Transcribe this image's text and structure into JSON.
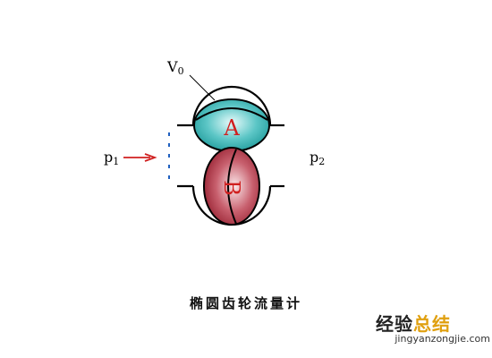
{
  "labels": {
    "v0": "V",
    "v0_sub": "0",
    "p1": "p",
    "p1_sub": "1",
    "p2": "p",
    "p2_sub": "2",
    "gear_a": "A",
    "gear_b": "B"
  },
  "caption": "椭圆齿轮流量计",
  "watermark": {
    "text_main": "经验",
    "text_accent": "总结",
    "url": "jingyanzongjie.com"
  },
  "colors": {
    "gear_a": "#2aa8a8",
    "gear_b": "#a8283a",
    "arrow": "#d02020",
    "dash": "#2060c0",
    "watermark_accent": "#e0a010"
  }
}
